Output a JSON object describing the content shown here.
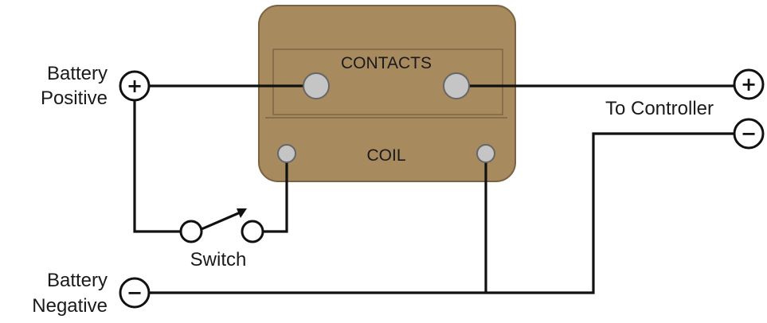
{
  "labels": {
    "battery_positive_line1": "Battery",
    "battery_positive_line2": "Positive",
    "battery_negative_line1": "Battery",
    "battery_negative_line2": "Negative",
    "contacts": "CONTACTS",
    "coil": "COIL",
    "switch": "Switch",
    "to_controller": "To Controller"
  },
  "symbols": {
    "plus": "+",
    "minus": "−"
  },
  "colors": {
    "relay_body": "#a88a5f",
    "relay_border": "#7a6242",
    "contact_terminal": "#c5c5c5",
    "wire": "#111111"
  }
}
